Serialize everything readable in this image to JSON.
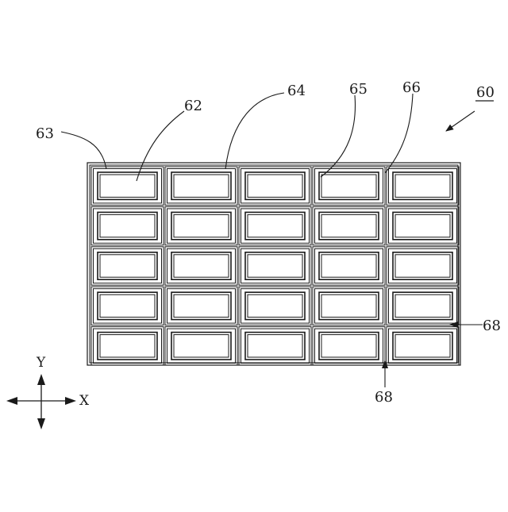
{
  "figure": {
    "assembly_label": "60",
    "grid": {
      "rows": 5,
      "cols": 5
    },
    "labels": [
      {
        "id": "label-63",
        "text": "63"
      },
      {
        "id": "label-62",
        "text": "62"
      },
      {
        "id": "label-64",
        "text": "64"
      },
      {
        "id": "label-65",
        "text": "65"
      },
      {
        "id": "label-66",
        "text": "66"
      },
      {
        "id": "label-68-right",
        "text": "68"
      },
      {
        "id": "label-68-bottom",
        "text": "68"
      }
    ],
    "axes": {
      "y": "Y",
      "x": "X"
    }
  }
}
